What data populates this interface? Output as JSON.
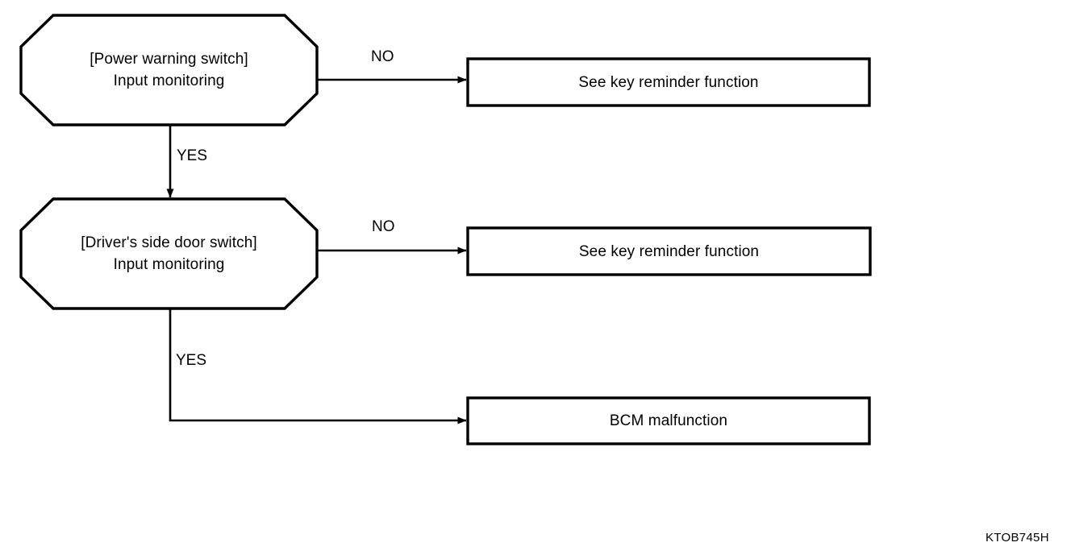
{
  "figure": {
    "code": "KTOB745H",
    "background_color": "#ffffff",
    "line_color": "#000000"
  },
  "nodes": {
    "decision_power_warning_switch": {
      "shape": "octagon",
      "line1": "[Power warning switch]",
      "line2": "Input monitoring"
    },
    "decision_driver_door_switch": {
      "shape": "octagon",
      "line1": "[Driver's side door switch]",
      "line2": "Input monitoring"
    },
    "result_key_reminder_top": {
      "shape": "rectangle",
      "label": "See key reminder function"
    },
    "result_key_reminder_middle": {
      "shape": "rectangle",
      "label": "See key reminder function"
    },
    "result_bcm_malfunction": {
      "shape": "rectangle",
      "label": "BCM malfunction"
    }
  },
  "edges": {
    "power_no": {
      "label": "NO",
      "from": "decision_power_warning_switch",
      "to": "result_key_reminder_top"
    },
    "power_yes": {
      "label": "YES",
      "from": "decision_power_warning_switch",
      "to": "decision_driver_door_switch"
    },
    "door_no": {
      "label": "NO",
      "from": "decision_driver_door_switch",
      "to": "result_key_reminder_middle"
    },
    "door_yes": {
      "label": "YES",
      "from": "decision_driver_door_switch",
      "to": "result_bcm_malfunction"
    }
  }
}
